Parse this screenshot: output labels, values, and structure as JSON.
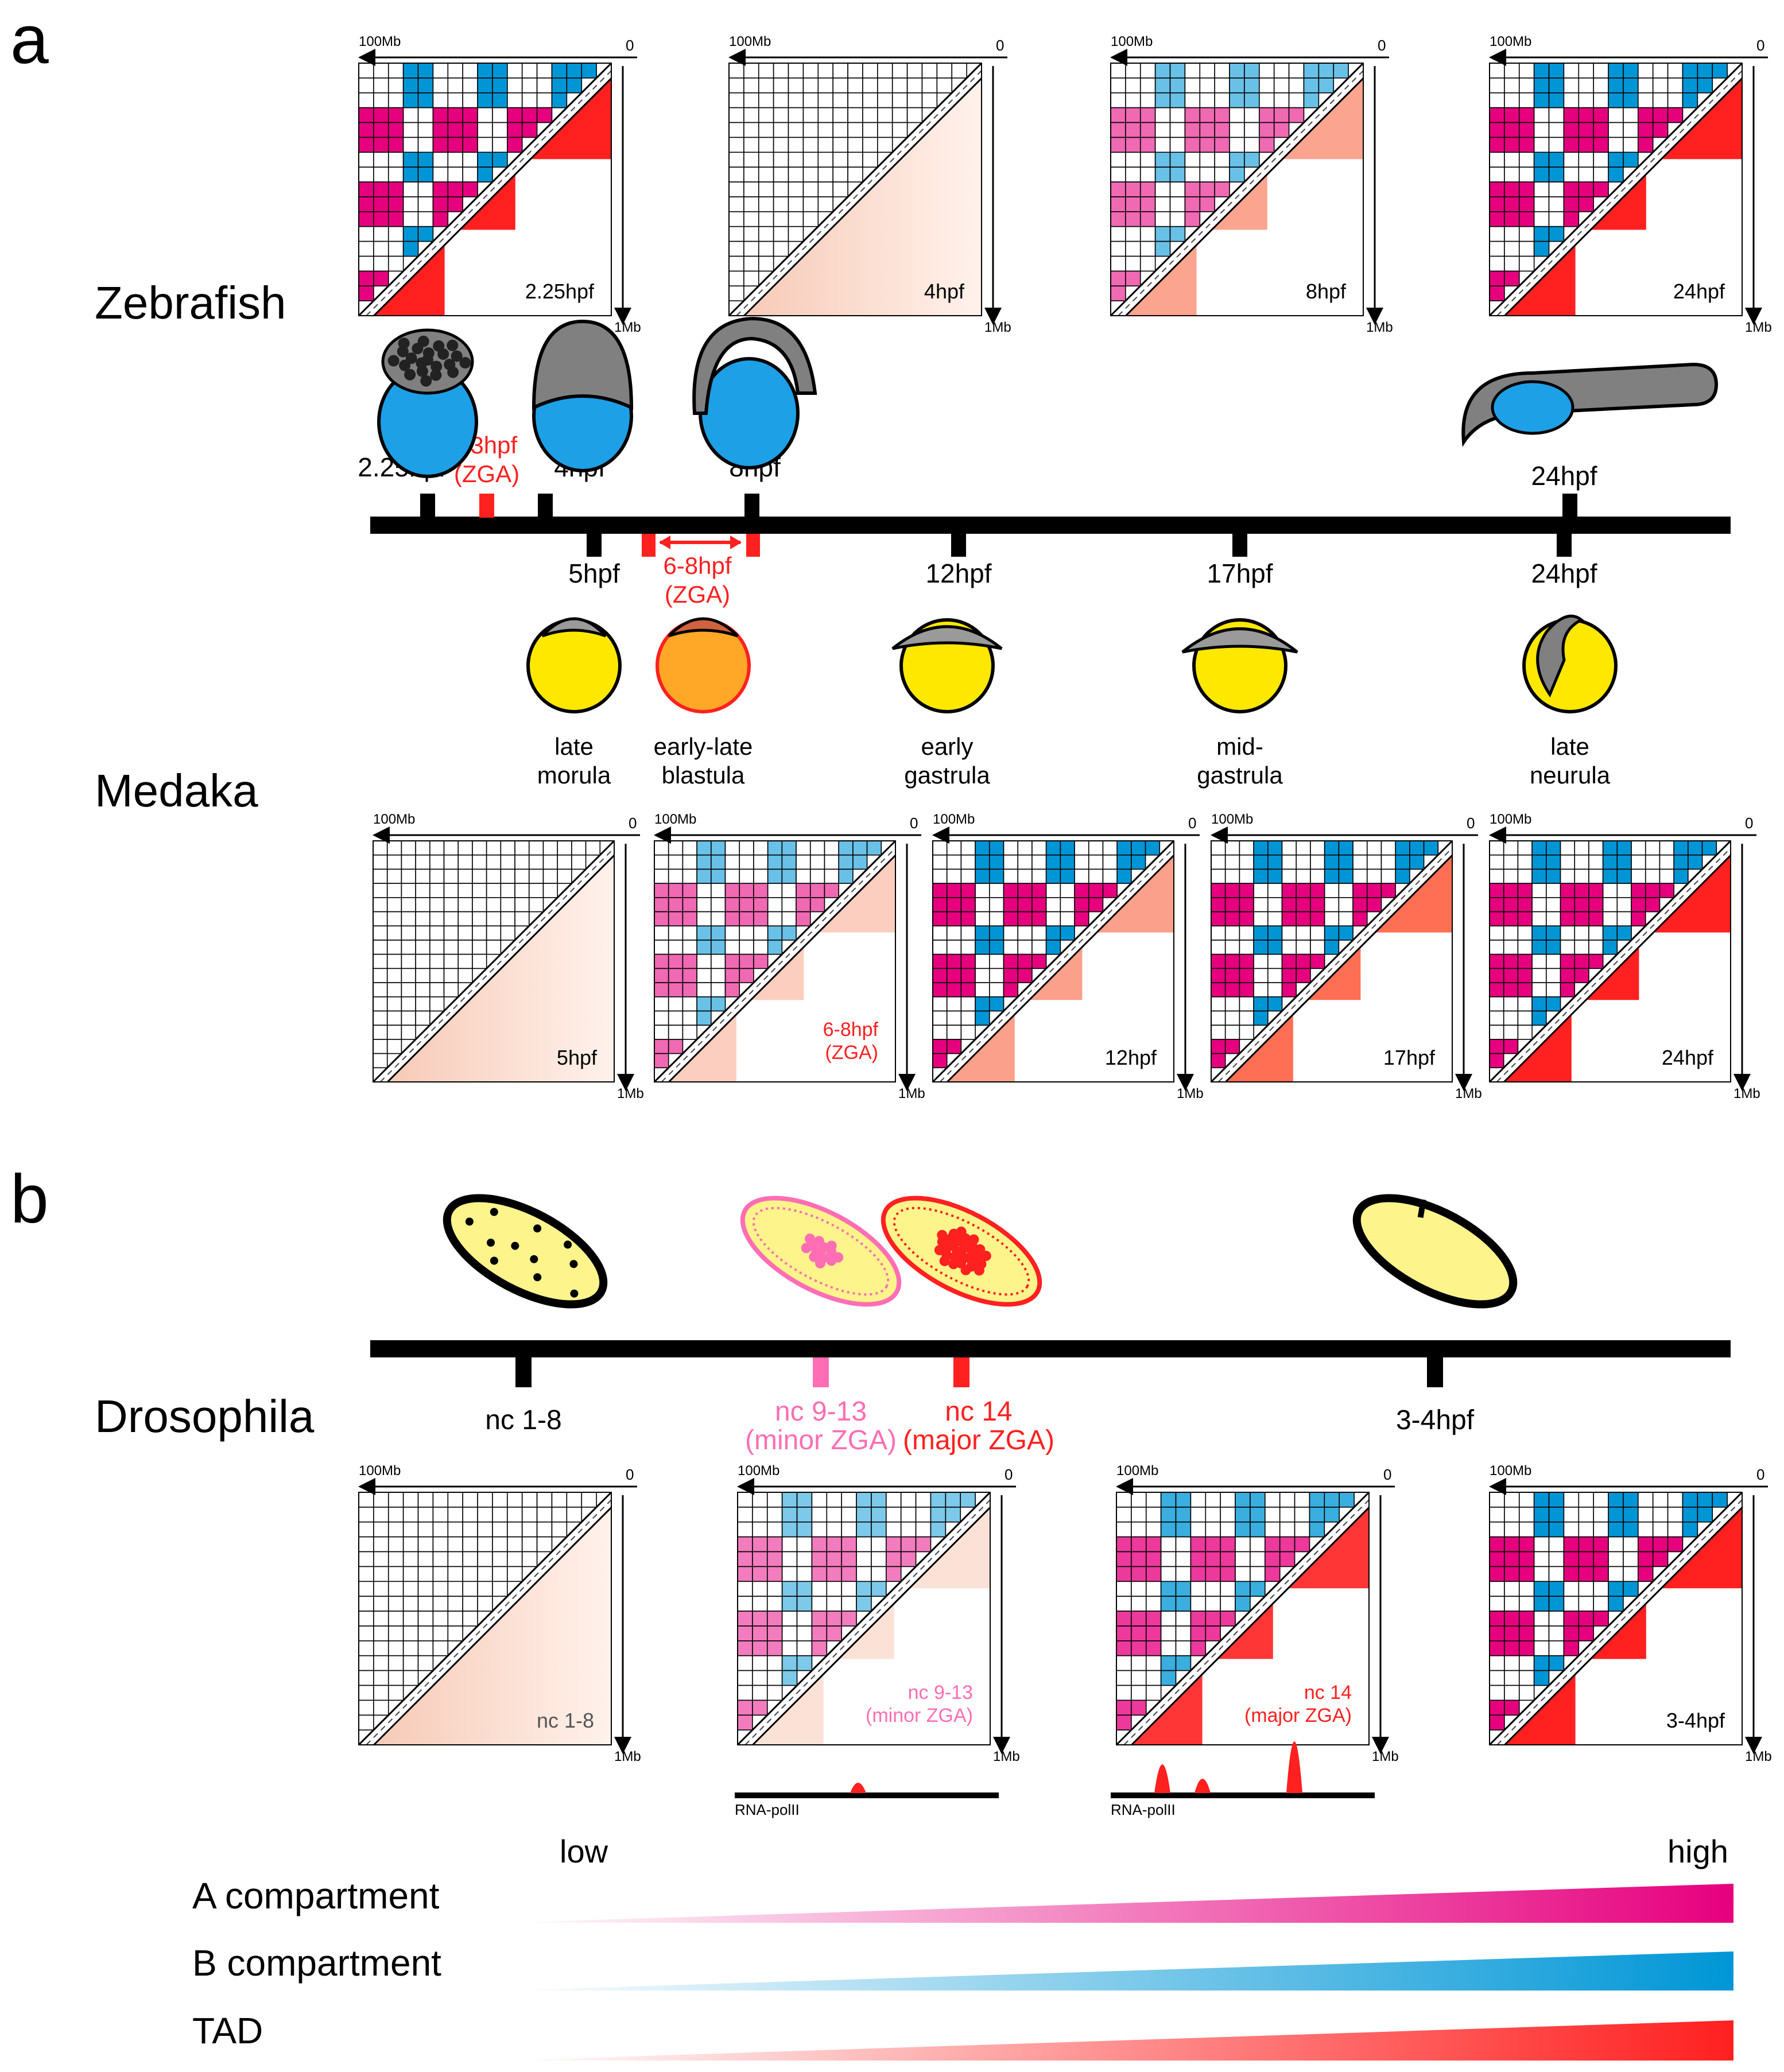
{
  "panel_a": {
    "letter": "a",
    "species_top": "Zebrafish",
    "species_bottom": "Medaka",
    "zebrafish_maps": [
      {
        "label": "2.25hpf",
        "compartment_level": 1.0,
        "tad_level": 1.0,
        "tad_color": "#ff2020"
      },
      {
        "label": "4hpf",
        "compartment_level": 0.0,
        "tad_level": 0.0,
        "tad_color": "#f9d6c6"
      },
      {
        "label": "8hpf",
        "compartment_level": 0.45,
        "tad_level": 0.6,
        "tad_color": "#fa8468"
      },
      {
        "label": "24hpf",
        "compartment_level": 1.0,
        "tad_level": 1.0,
        "tad_color": "#ff2020"
      }
    ],
    "zebrafish_timeline": {
      "stages": [
        {
          "label": "2.25hpf",
          "color": "#000000"
        },
        {
          "label": "~3hpf",
          "sublabel": "(ZGA)",
          "color": "#ff2020"
        },
        {
          "label": "4hpf",
          "color": "#000000"
        },
        {
          "label": "8hpf",
          "color": "#000000"
        },
        {
          "label": "24hpf",
          "color": "#000000"
        }
      ]
    },
    "medaka_timeline": {
      "stages": [
        {
          "label": "5hpf",
          "color": "#000000"
        },
        {
          "label": "6-8hpf",
          "sublabel": "(ZGA)",
          "color": "#ff2020"
        },
        {
          "label": "12hpf",
          "color": "#000000"
        },
        {
          "label": "17hpf",
          "color": "#000000"
        },
        {
          "label": "24hpf",
          "color": "#000000"
        }
      ]
    },
    "medaka_embryo_labels": [
      [
        "late",
        "morula"
      ],
      [
        "early-late",
        "blastula"
      ],
      [
        "early",
        "gastrula"
      ],
      [
        "mid-",
        "gastrula"
      ],
      [
        "late",
        "neurula"
      ]
    ],
    "medaka_maps": [
      {
        "label": "5hpf",
        "compartment_level": 0.0,
        "tad_level": 0.0,
        "tad_color": "#f9d6c6"
      },
      {
        "label": "6-8hpf",
        "sublabel": "(ZGA)",
        "compartment_level": 0.45,
        "tad_level": 0.45,
        "tad_color": "#fab39c",
        "label_color": "#ff2020"
      },
      {
        "label": "12hpf",
        "compartment_level": 1.0,
        "tad_level": 0.65,
        "tad_color": "#fa8468"
      },
      {
        "label": "17hpf",
        "compartment_level": 1.0,
        "tad_level": 0.8,
        "tad_color": "#ff5a3a"
      },
      {
        "label": "24hpf",
        "compartment_level": 1.0,
        "tad_level": 1.0,
        "tad_color": "#ff2020"
      }
    ]
  },
  "panel_b": {
    "letter": "b",
    "species": "Drosophila",
    "timeline": {
      "stages": [
        {
          "label": "nc 1-8",
          "color": "#000000"
        },
        {
          "label": "nc 9-13",
          "sublabel": "(minor ZGA)",
          "color": "#ff6eb4"
        },
        {
          "label": "nc 14",
          "sublabel": "(major ZGA)",
          "color": "#ff2020"
        },
        {
          "label": "3-4hpf",
          "color": "#000000"
        }
      ]
    },
    "maps": [
      {
        "label": "nc 1-8",
        "compartment_level": 0.0,
        "tad_level": 0.0,
        "tad_color": "#f9d6c6",
        "label_color": "#555555"
      },
      {
        "label": "nc 9-13",
        "sublabel": "(minor ZGA)",
        "compartment_level": 0.35,
        "tad_level": 0.3,
        "tad_color": "#f9c8b4",
        "label_color": "#ff6eb4"
      },
      {
        "label": "nc 14",
        "sublabel": "(major ZGA)",
        "compartment_level": 0.7,
        "tad_level": 0.85,
        "tad_color": "#ff2020",
        "label_color": "#ff2020"
      },
      {
        "label": "3-4hpf",
        "compartment_level": 1.0,
        "tad_level": 1.0,
        "tad_color": "#ff2020"
      }
    ],
    "rnapol_label": "RNA-polII"
  },
  "axis_labels": {
    "top": "100Mb",
    "zero": "0",
    "bottom": "1Mb"
  },
  "legend": {
    "low": "low",
    "high": "high",
    "items": [
      {
        "label": "A compartment",
        "color": "#e6007e"
      },
      {
        "label": "B compartment",
        "color": "#0096d6"
      },
      {
        "label": "TAD",
        "color": "#ff2020"
      }
    ]
  },
  "colors": {
    "a_compartment": "#e6007e",
    "b_compartment": "#0096d6",
    "tad": "#ff2020",
    "yolk_zebrafish": "#1ea0e6",
    "yolk_medaka": "#ffe800",
    "embryo_grey": "#808080"
  }
}
